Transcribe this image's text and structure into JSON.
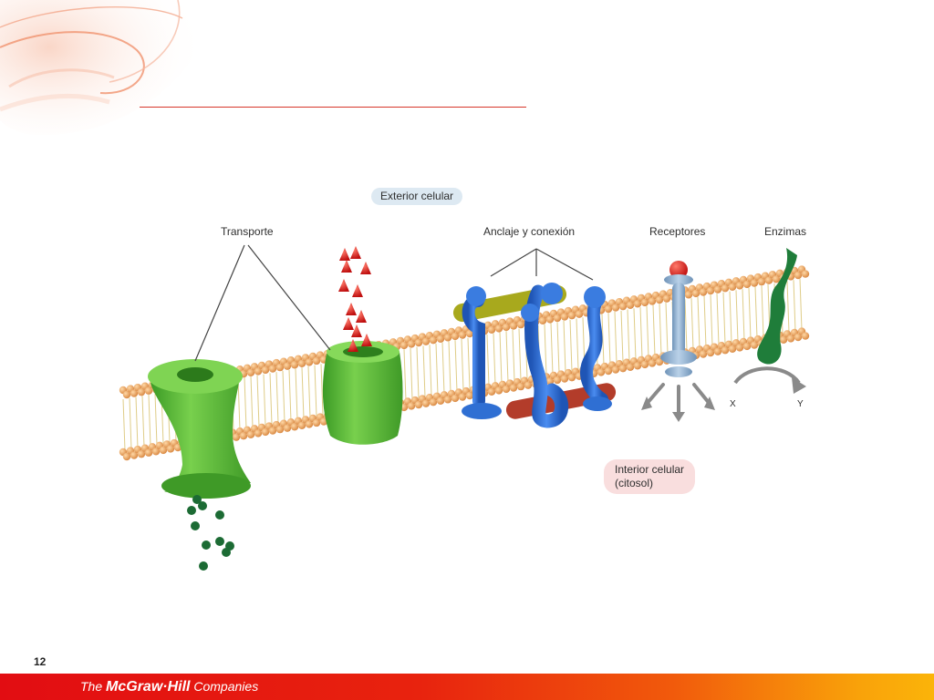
{
  "slide": {
    "page_number": "12"
  },
  "figure": {
    "exterior_label": "Exterior celular",
    "interior_label_line1": "Interior celular",
    "interior_label_line2": "(citosol)",
    "category_labels": {
      "transport": "Transporte",
      "anchoring": "Anclaje y conexión",
      "receptors": "Receptores",
      "enzymes": "Enzimas"
    },
    "reaction": {
      "substrate": "X",
      "product": "Y"
    }
  },
  "footer": {
    "brand": "The McGraw·Hill Companies"
  },
  "colors": {
    "title_rule": "#d7362a",
    "footer_gradient": [
      "#e20d12",
      "#f15a0c",
      "#fbb409"
    ],
    "membrane_head": "#e9a25a",
    "membrane_tail": "#d7c06a",
    "channel_green": "#5fbe3a",
    "anchor_blue": "#2f6fd3",
    "receptor_grey_blue": "#8fb0d0",
    "enzyme_green": "#1f7d3a",
    "cone_red": "#d01f1f"
  }
}
